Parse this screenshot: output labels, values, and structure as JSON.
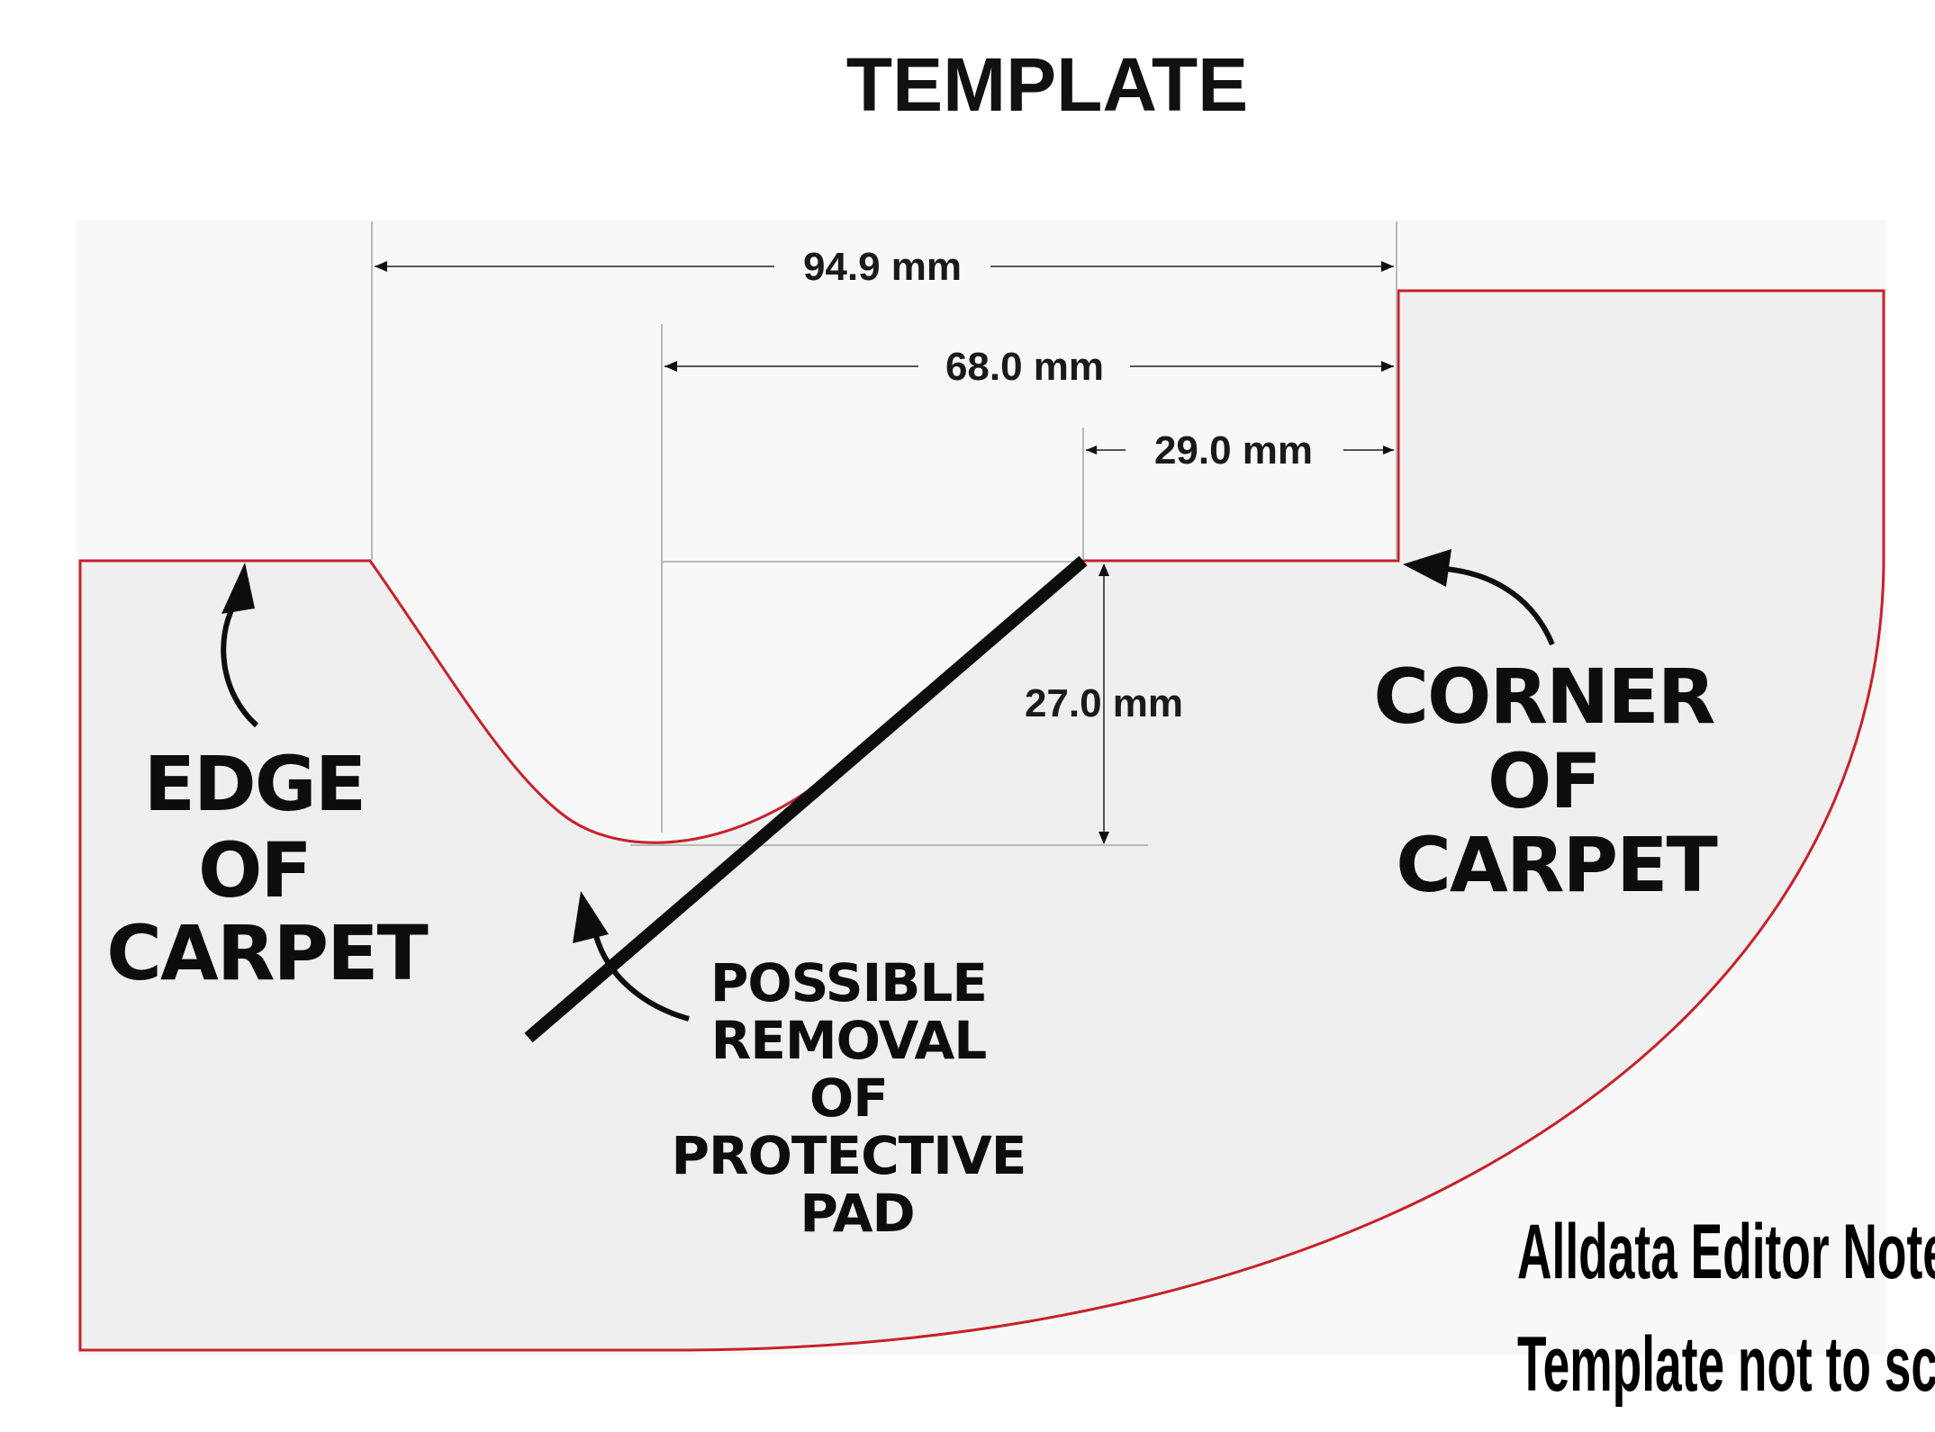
{
  "title": "TEMPLATE",
  "dimensions": {
    "overall_width": "94.9 mm",
    "notch_to_corner": "68.0 mm",
    "pad_to_corner": "29.0 mm",
    "notch_depth": "27.0 mm"
  },
  "labels": {
    "edge_of_carpet": [
      "EDGE",
      "OF",
      "CARPET"
    ],
    "corner_of_carpet": [
      "CORNER",
      "OF",
      "CARPET"
    ],
    "protective_pad": [
      "POSSIBLE",
      "REMOVAL",
      "OF",
      "PROTECTIVE",
      "PAD"
    ]
  },
  "editor_note": {
    "line1": "Alldata Editor Note:",
    "line2": "Template not to scale."
  },
  "colors": {
    "outline": "#c8202a",
    "fill": "#efeff0",
    "panel": "#f8f8f8",
    "ink": "#0d0d0d",
    "guide": "#b9b9b9"
  }
}
